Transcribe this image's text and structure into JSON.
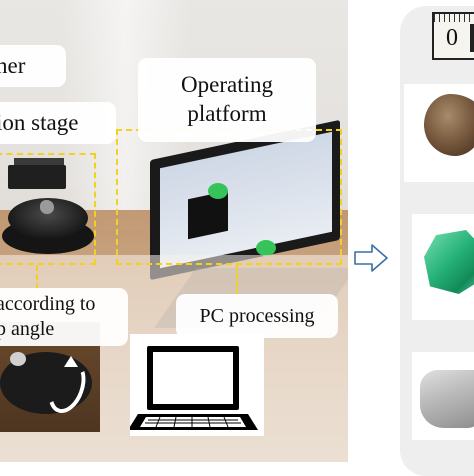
{
  "labels": {
    "scanner": "ner",
    "rotation_stage": "ion stage",
    "operating_platform_line1": "Operating",
    "operating_platform_line2": "platform",
    "rotate_line1": "according to",
    "rotate_line2": "p angle",
    "pc_processing": "PC processing"
  },
  "ruler": {
    "digit": "0"
  },
  "colors": {
    "dashed_frame": "#f2d21b",
    "label_box_fill": "#ffffff",
    "flow_arrow_stroke": "#3b6ea8",
    "right_panel_fill": "#eeeeee",
    "gem_green": "#27b37a",
    "rock_brown": "#6e5137"
  },
  "icons": [
    "laptop-icon",
    "rotation-arrow-icon",
    "flow-arrow-icon"
  ]
}
